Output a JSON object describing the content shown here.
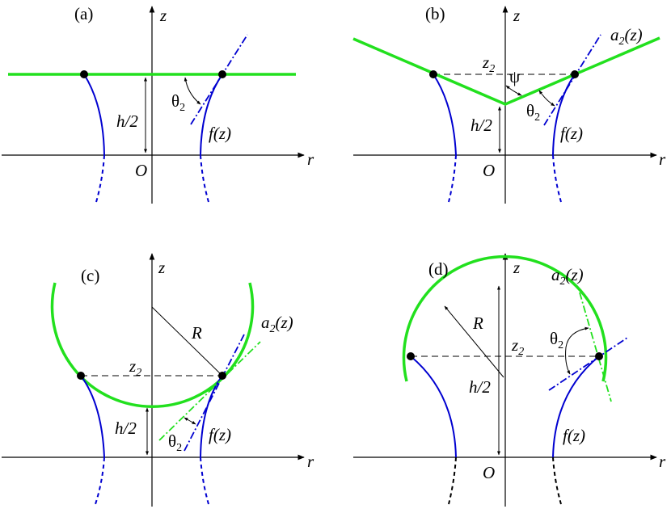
{
  "figure": {
    "panels": [
      {
        "id": "a",
        "label": "(a)",
        "axis_z": "z",
        "axis_r": "r",
        "origin": "O",
        "height_label": "h/2",
        "angle_label": "θ",
        "angle_sub": "2",
        "curve_label": "f(z)",
        "interface_shape": "flat"
      },
      {
        "id": "b",
        "label": "(b)",
        "axis_z": "z",
        "axis_r": "r",
        "origin": "O",
        "height_label": "h/2",
        "angle_label": "θ",
        "angle_sub": "2",
        "cone_angle_label": "ψ",
        "contact_height_label": "z",
        "contact_height_sub": "2",
        "curve_label": "f(z)",
        "interface_label": "a",
        "interface_sub": "2",
        "interface_arg": "(z)",
        "interface_shape": "cone"
      },
      {
        "id": "c",
        "label": "(c)",
        "axis_z": "z",
        "axis_r": "r",
        "height_label": "h/2",
        "radius_label": "R",
        "angle_label": "θ",
        "angle_sub": "2",
        "contact_height_label": "z",
        "contact_height_sub": "2",
        "curve_label": "f(z)",
        "interface_label": "a",
        "interface_sub": "2",
        "interface_arg": "(z)",
        "interface_shape": "concave sphere"
      },
      {
        "id": "d",
        "label": "(d)",
        "axis_z": "z",
        "axis_r": "r",
        "origin": "O",
        "height_label": "h/2",
        "radius_label": "R",
        "angle_label": "θ",
        "angle_sub": "2",
        "contact_height_label": "z",
        "contact_height_sub": "2",
        "curve_label": "f(z)",
        "interface_label": "a",
        "interface_sub": "2",
        "interface_arg": "(z)",
        "interface_shape": "convex sphere"
      }
    ],
    "colors": {
      "interface": "#22e01e",
      "meniscus": "#0000d0",
      "axes": "#000000"
    }
  }
}
